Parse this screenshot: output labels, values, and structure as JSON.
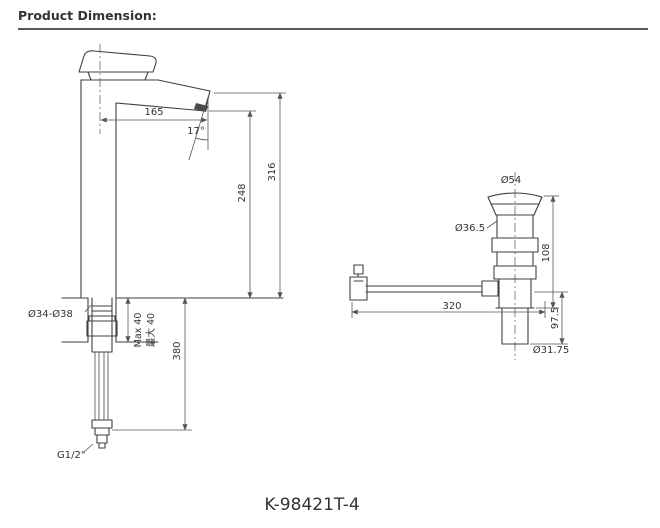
{
  "header": {
    "title": "Product Dimension:"
  },
  "model_label": "K-98421T-4",
  "faucet": {
    "spout_reach": "165",
    "spout_angle": "17°",
    "overall_height": "316",
    "spout_height": "248",
    "hole_diameter": "Ø34-Ø38",
    "max_deck_en": "Max 40",
    "max_deck_cn": "最大 40",
    "supply_length": "380",
    "thread_size": "G1/2\""
  },
  "drain": {
    "flange_diameter": "Ø54",
    "body_diameter": "Ø36.5",
    "body_height": "108",
    "rod_length": "320",
    "tail_length": "97.5",
    "tail_diameter": "Ø31.75"
  }
}
